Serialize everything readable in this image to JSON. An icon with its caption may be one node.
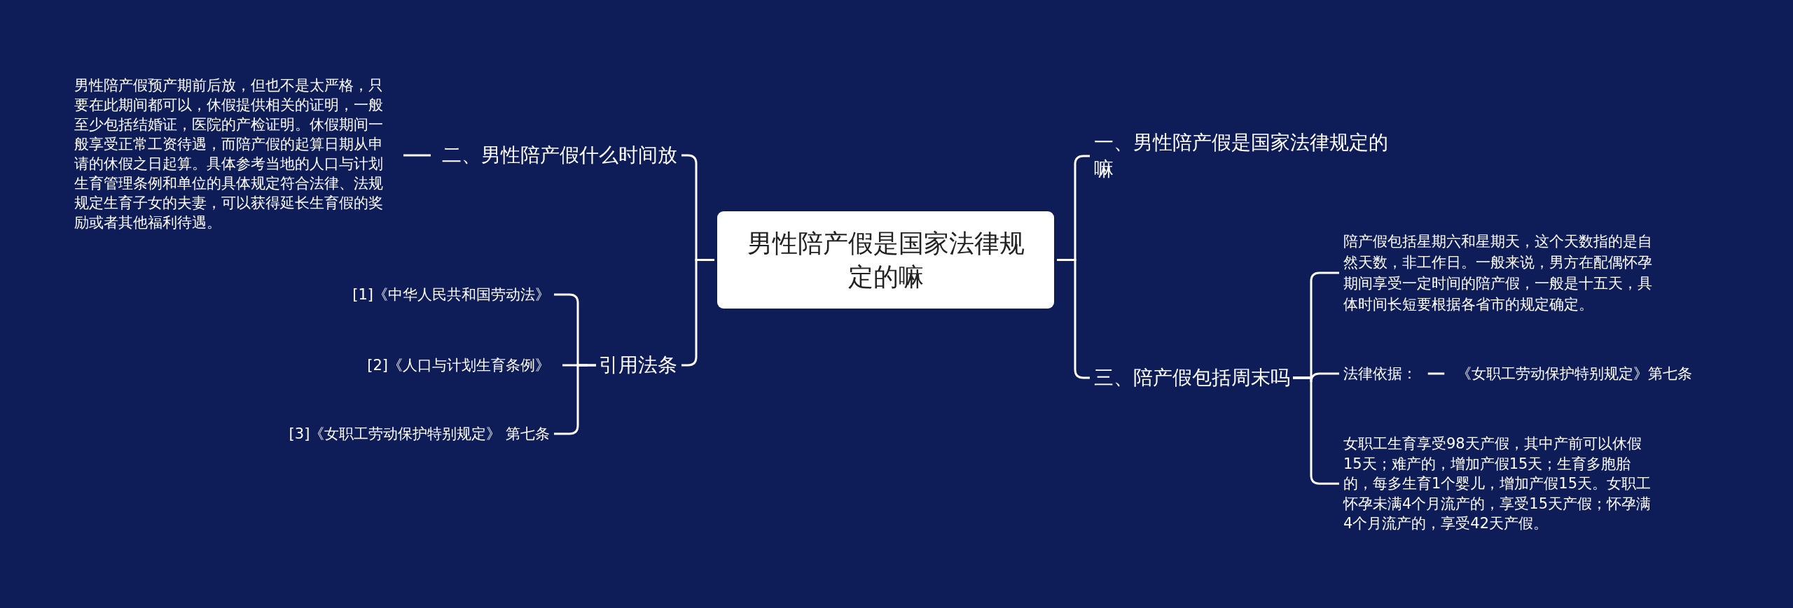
{
  "diagram": {
    "nodes": [
      {
        "text": [
          "男性陪产假是国家法律规定的嘛"
        ]
      },
      {
        "text": [
          "二、男性陪产假什么时间放"
        ]
      },
      {
        "text": [
          "男性陪产假预产期前后放，但也不是太严格，只要在此期间都可以，休假提供相关的证明，一般至少包括结婚证，医院的产检证明。休假期间一般享受正常工资待遇，而陪产假的起算日期从申请的休假之日起算。具体参考当地的人口与计划生育管理条例和单位的具体规定符合法律、法规规定生育子女的夫妻，可以获得延长生育假的奖励或者其他福利待遇。"
        ]
      },
      {
        "text": [
          "引用法条"
        ]
      },
      {
        "text": [
          "[1]《中华人民共和国劳动法》"
        ]
      },
      {
        "text": [
          "[2]《人口与计划生育条例》"
        ]
      },
      {
        "text": [
          "[3]《女职工劳动保护特别规定》 第七条"
        ]
      },
      {
        "text": [
          "一、男性陪产假是国家法律规定的嘛"
        ]
      },
      {
        "text": [
          "三、陪产假包括周末吗"
        ]
      },
      {
        "text": [
          "陪产假包括星期六和星期天，这个天数指的是自然天数，非工作日。一般来说，男方在配偶怀孕期间享受一定时间的陪产假，一般是十五天，具体时间长短要根据各省市的规定确定。"
        ]
      },
      {
        "text": [
          "法律依据："
        ]
      },
      {
        "text": [
          "《女职工劳动保护特别规定》第七条"
        ]
      },
      {
        "text": [
          "女职工生育享受98天产假，其中产前可以休假15天；难产的，增加产假15天；生育多胞胎的，每多生育1个婴儿，增加产假15天。女职工怀孕未满4个月流产的，享受15天产假；怀孕满4个月流产的，享受42天产假。"
        ]
      }
    ],
    "edges": [
      {
        "from": 0,
        "to": 1,
        "arrow": "none"
      },
      {
        "from": 1,
        "to": 2,
        "arrow": "none"
      },
      {
        "from": 0,
        "to": 3,
        "arrow": "none"
      },
      {
        "from": 3,
        "to": 4,
        "arrow": "none"
      },
      {
        "from": 3,
        "to": 5,
        "arrow": "none"
      },
      {
        "from": 3,
        "to": 6,
        "arrow": "none"
      },
      {
        "from": 0,
        "to": 7,
        "arrow": "none"
      },
      {
        "from": 0,
        "to": 8,
        "arrow": "none"
      },
      {
        "from": 8,
        "to": 9,
        "arrow": "none"
      },
      {
        "from": 8,
        "to": 10,
        "arrow": "none"
      },
      {
        "from": 8,
        "to": 12,
        "arrow": "none"
      },
      {
        "from": 10,
        "to": 11,
        "arrow": "none"
      }
    ]
  }
}
